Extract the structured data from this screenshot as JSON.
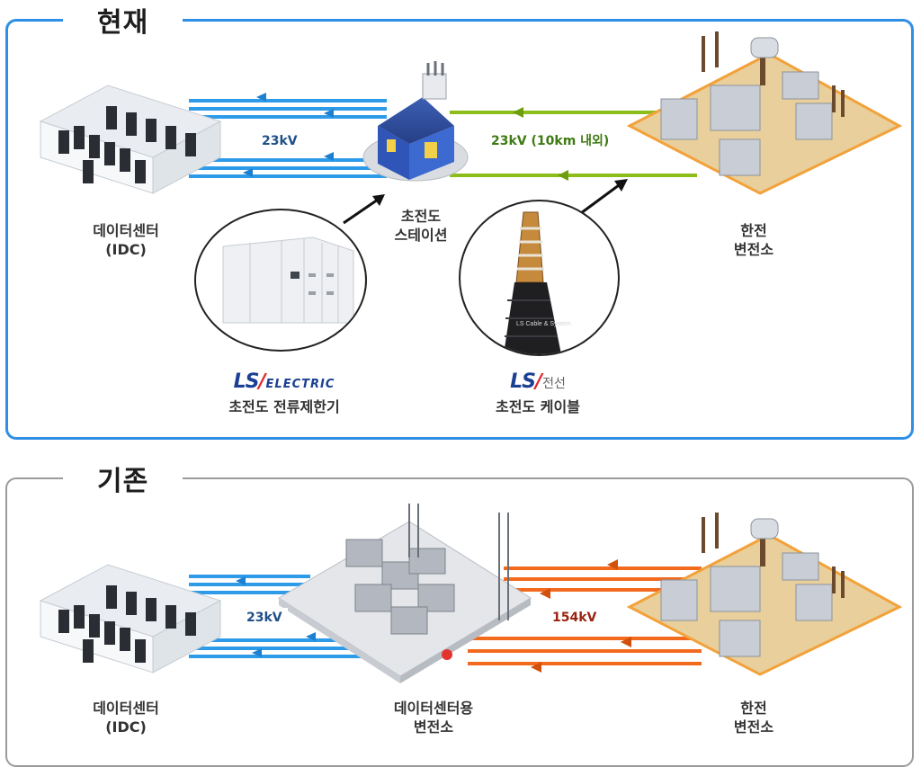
{
  "sections": {
    "current": {
      "title": "현재",
      "idc_label": "데이터센터\n(IDC)",
      "station_label": "초전도\n스테이션",
      "kepco_label": "한전\n변전소",
      "line_left_label": "23kV",
      "line_right_label": "23kV (10km 내외)",
      "limiter_brand": {
        "logo": "LS",
        "suffix": "ELECTRIC"
      },
      "limiter_label": "초전도 전류제한기",
      "cable_brand": {
        "logo": "LS",
        "suffix": "전선"
      },
      "cable_label": "초전도 케이블",
      "cable_print": "LS Cable & System"
    },
    "legacy": {
      "title": "기존",
      "idc_label": "데이터센터\n(IDC)",
      "substation_label": "데이터센터용\n변전소",
      "kepco_label": "한전\n변전소",
      "line_left_label": "23kV",
      "line_right_label": "154kV"
    }
  },
  "colors": {
    "current_border": "#2f8fe6",
    "legacy_border": "#9a9a9a",
    "blue_line": "#2e9be8",
    "green_line": "#8cbd1a",
    "orange_line": "#f26a1e",
    "green_text": "#3f7a12",
    "blue_text": "#1f4f87",
    "orange_text": "#9a2412"
  }
}
